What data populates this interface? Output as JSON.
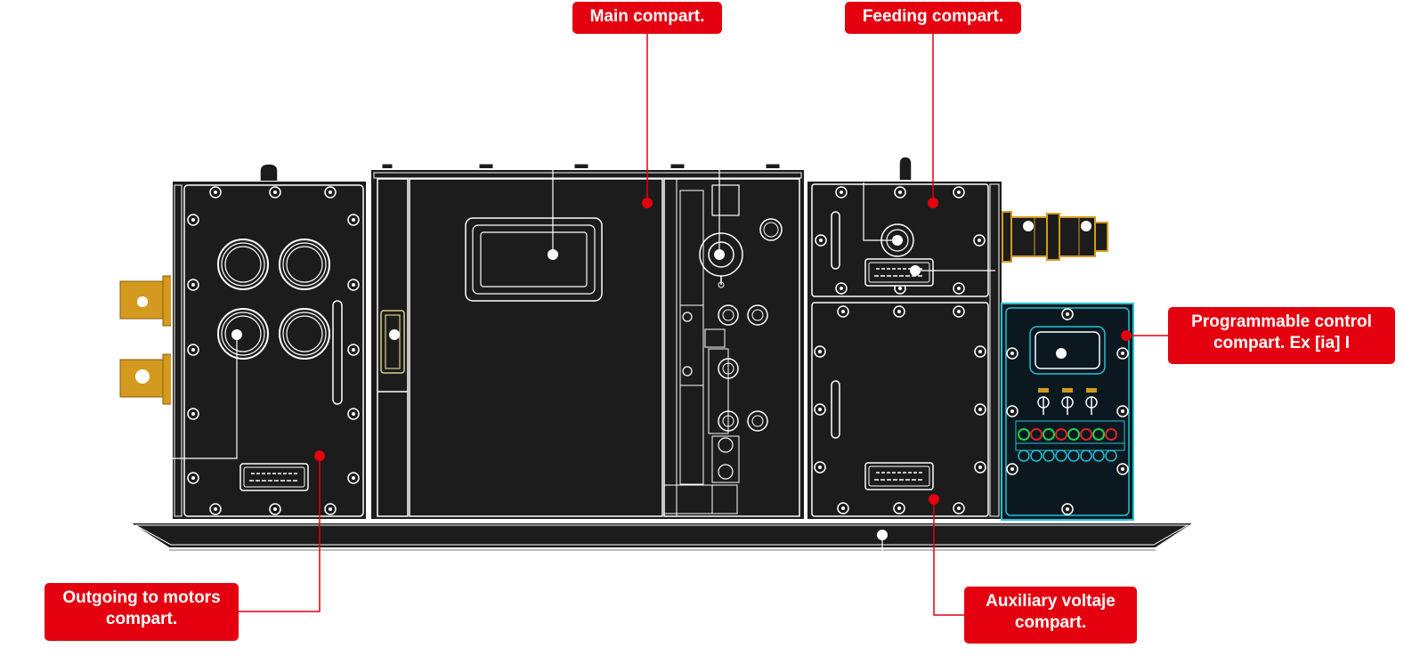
{
  "callouts": {
    "main": "Main compart.",
    "feeding": "Feeding compart.",
    "programmable": "Programmable control\ncompart. Ex [ia] I",
    "outgoing": "Outgoing to motors\ncompart.",
    "auxiliary": "Auxiliary voltaje\ncompart."
  },
  "colors": {
    "callout": "#e4000f",
    "body": "#1c1c1c",
    "outline": "#ffffff",
    "brass": "#d39a1f",
    "control_outline": "#22c3d6",
    "control_bg": "#0b1820",
    "indicator_green": "#1fd14a",
    "indicator_red": "#e0202a"
  }
}
